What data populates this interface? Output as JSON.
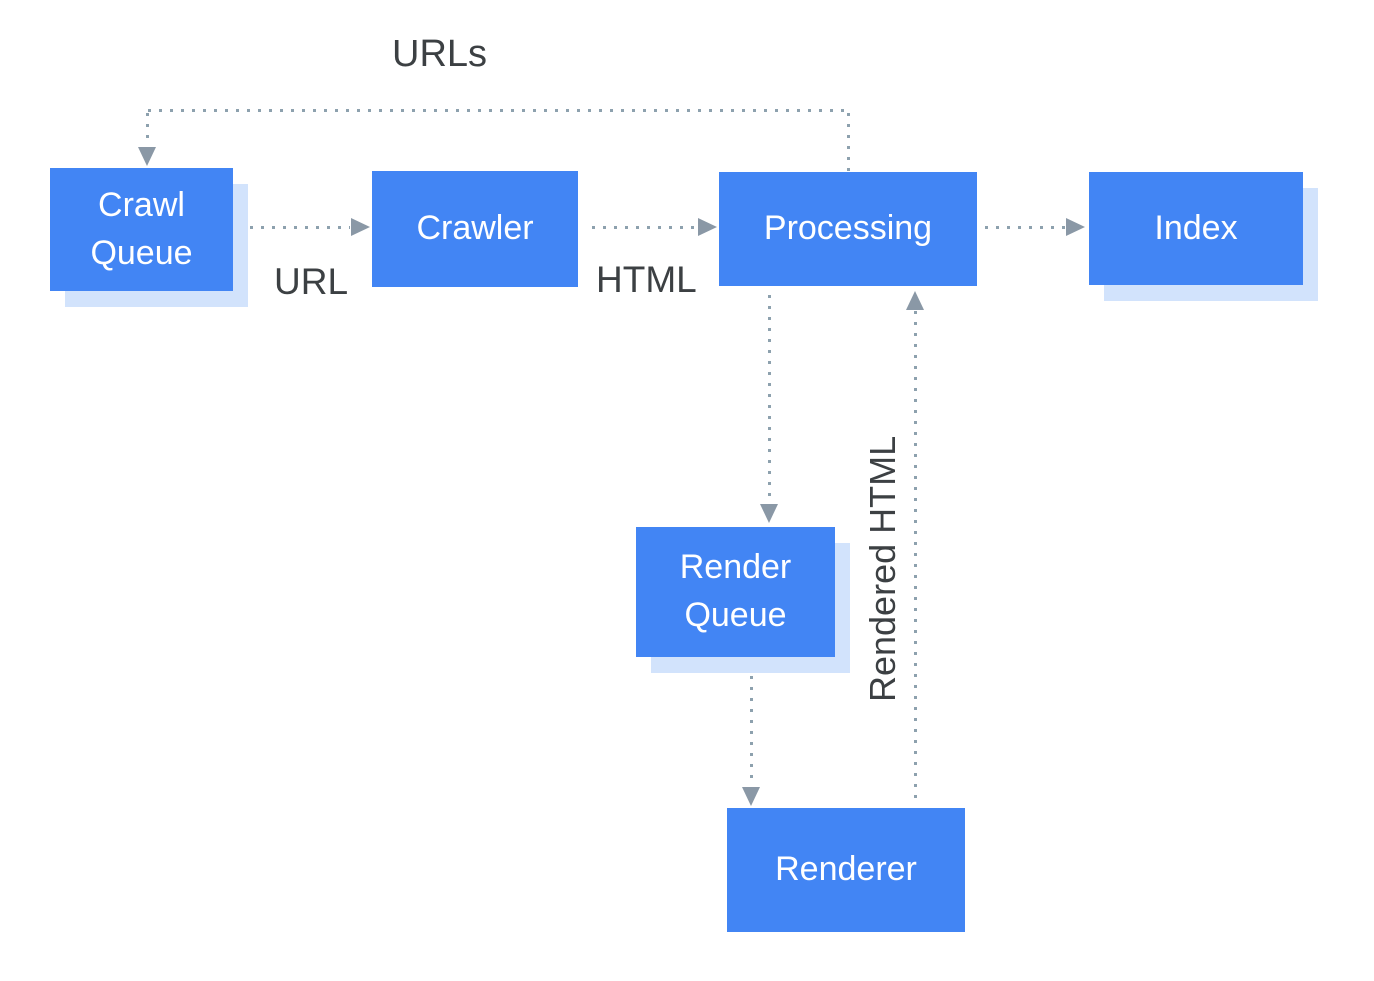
{
  "colors": {
    "node_fill": "#4285f4",
    "node_shadow": "#d2e3fc",
    "node_text": "#ffffff",
    "edge": "#8da1ae",
    "arrow": "#8a98a6",
    "label_text": "#3c4043",
    "background": "#ffffff"
  },
  "nodes": {
    "crawl_queue": {
      "label": "Crawl Queue"
    },
    "crawler": {
      "label": "Crawler"
    },
    "processing": {
      "label": "Processing"
    },
    "index": {
      "label": "Index"
    },
    "render_queue": {
      "label": "Render Queue"
    },
    "renderer": {
      "label": "Renderer"
    }
  },
  "edge_labels": {
    "urls": "URLs",
    "url": "URL",
    "html": "HTML",
    "rendered_html": "Rendered HTML"
  }
}
